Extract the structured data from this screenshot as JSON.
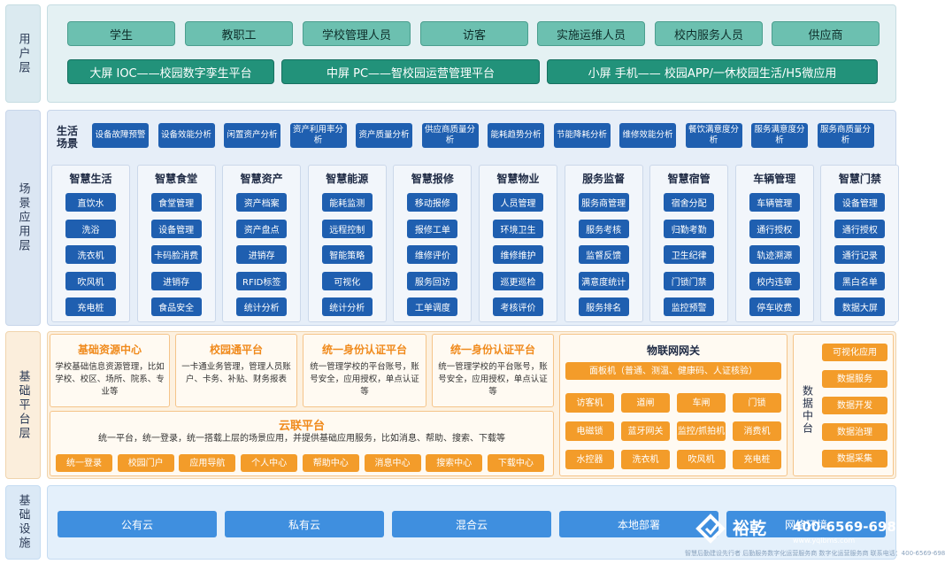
{
  "layers": {
    "user": "用户层",
    "scene": "场景应用层",
    "platform": "基础平台层",
    "infra": "基础设施"
  },
  "users": [
    "学生",
    "教职工",
    "学校管理人员",
    "访客",
    "实施运维人员",
    "校内服务人员",
    "供应商"
  ],
  "screens": [
    "大屏 IOC——校园数字孪生平台",
    "中屏 PC——智校园运营管理平台",
    "小屏 手机—— 校园APP/一休校园生活/H5微应用"
  ],
  "life": {
    "title": "生活场景",
    "items": [
      "设备故障预警",
      "设备效能分析",
      "闲置资产分析",
      "资产利用率分析",
      "资产质量分析",
      "供应商质量分析",
      "能耗趋势分析",
      "节能降耗分析",
      "维修效能分析",
      "餐饮满意度分析",
      "服务满意度分析",
      "服务商质量分析"
    ]
  },
  "modules": [
    {
      "title": "智慧生活",
      "items": [
        "直饮水",
        "洗浴",
        "洗衣机",
        "吹风机",
        "充电桩"
      ]
    },
    {
      "title": "智慧食堂",
      "items": [
        "食堂管理",
        "设备管理",
        "卡码脸消费",
        "进销存",
        "食品安全"
      ]
    },
    {
      "title": "智慧资产",
      "items": [
        "资产档案",
        "资产盘点",
        "进销存",
        "RFID标签",
        "统计分析"
      ]
    },
    {
      "title": "智慧能源",
      "items": [
        "能耗监测",
        "远程控制",
        "智能策略",
        "可视化",
        "统计分析"
      ]
    },
    {
      "title": "智慧报修",
      "items": [
        "移动报修",
        "报修工单",
        "维修评价",
        "服务回访",
        "工单调度"
      ]
    },
    {
      "title": "智慧物业",
      "items": [
        "人员管理",
        "环境卫生",
        "维修维护",
        "巡更巡检",
        "考核评价"
      ]
    },
    {
      "title": "服务监督",
      "items": [
        "服务商管理",
        "服务考核",
        "监督反馈",
        "满意度统计",
        "服务排名"
      ]
    },
    {
      "title": "智慧宿管",
      "items": [
        "宿舍分配",
        "归勤考勤",
        "卫生纪律",
        "门锁门禁",
        "监控预警"
      ]
    },
    {
      "title": "车辆管理",
      "items": [
        "车辆管理",
        "通行授权",
        "轨迹溯源",
        "校内违章",
        "停车收费"
      ]
    },
    {
      "title": "智慧门禁",
      "items": [
        "设备管理",
        "通行授权",
        "通行记录",
        "黑白名单",
        "数据大屏"
      ]
    }
  ],
  "platform": {
    "resource": {
      "title": "基础资源中心",
      "desc": "学校基础信息资源管理，比如学校、校区、场所、院系、专业等"
    },
    "card": {
      "title": "校园通平台",
      "desc": "一卡通业务管理，管理人员账户、卡务、补贴、财务报表"
    },
    "auth1": {
      "title": "统一身份认证平台",
      "desc": "统一管理学校的平台账号，账号安全，应用授权，单点认证等"
    },
    "auth2": {
      "title": "统一身份认证平台",
      "desc": "统一管理学校的平台账号，账号安全，应用授权，单点认证等"
    },
    "cloud": {
      "title": "云联平台",
      "desc": "统一平台，统一登录，统一搭载上层的场景应用，并提供基础应用服务，比如消息、帮助、搜索、下载等",
      "buttons": [
        "统一登录",
        "校园门户",
        "应用导航",
        "个人中心",
        "帮助中心",
        "消息中心",
        "搜索中心",
        "下载中心"
      ]
    },
    "iot": {
      "title": "物联网网关",
      "panel": "面板机（普通、测温、健康码、人证核验）",
      "devices": [
        "访客机",
        "道闸",
        "车闸",
        "门锁",
        "电磁锁",
        "蓝牙网关",
        "监控/抓拍机",
        "消费机",
        "水控器",
        "洗衣机",
        "吹风机",
        "充电桩"
      ]
    },
    "data": {
      "title": "数据中台",
      "items": [
        "可视化应用",
        "数据服务",
        "数据开发",
        "数据治理",
        "数据采集"
      ]
    }
  },
  "infra": [
    "公有云",
    "私有云",
    "混合云",
    "本地部署",
    "网络环境"
  ],
  "brand": {
    "name": "裕乾",
    "phone": "400-6569-698",
    "url": "www.yqlbms.com",
    "footer": "智慧后勤建设先行者 后勤服务数字化运营服务商 数字化运营服务商 联系电话：400-6569-698"
  },
  "colors": {
    "teal": "#22927a",
    "blue": "#1f5fb0",
    "orange": "#f39c2a",
    "cloud": "#3f8fdf"
  }
}
